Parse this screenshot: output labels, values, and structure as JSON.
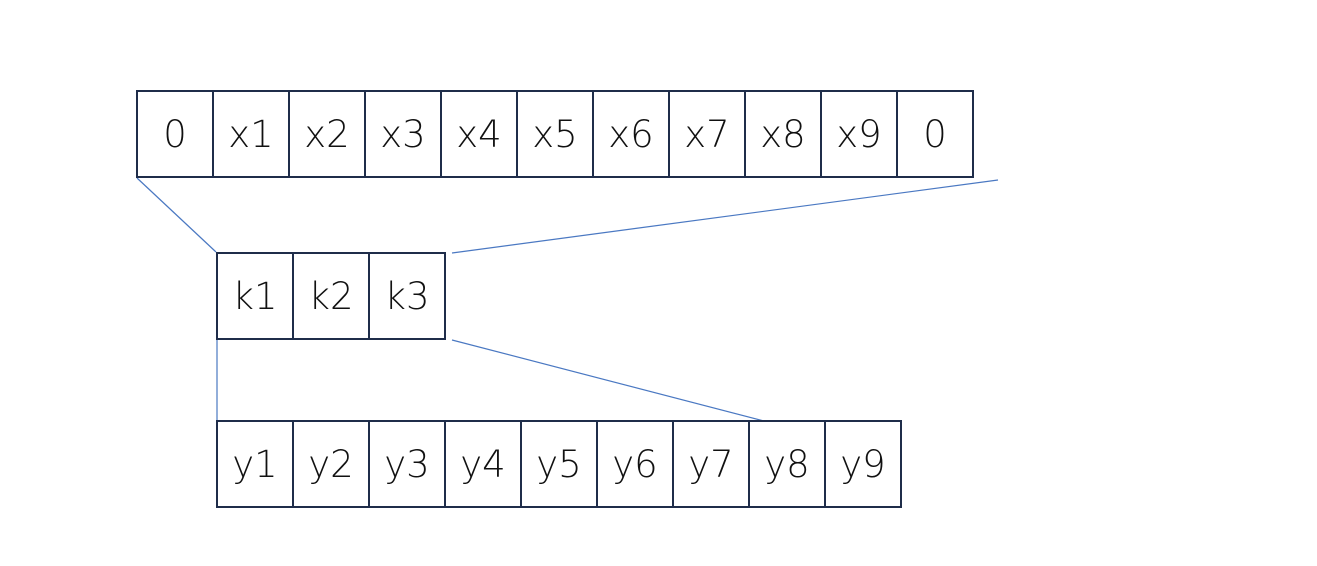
{
  "input_row": {
    "cells": [
      "0",
      "x1",
      "x2",
      "x3",
      "x4",
      "x5",
      "x6",
      "x7",
      "x8",
      "x9",
      "0"
    ]
  },
  "kernel_row": {
    "cells": [
      "k1",
      "k2",
      "k3"
    ]
  },
  "output_row": {
    "cells": [
      "y1",
      "y2",
      "y3",
      "y4",
      "y5",
      "y6",
      "y7",
      "y8",
      "y9"
    ]
  },
  "colors": {
    "cell_border": "#1f2d4a",
    "connector_line": "#4a78c2",
    "text": "#111111"
  }
}
